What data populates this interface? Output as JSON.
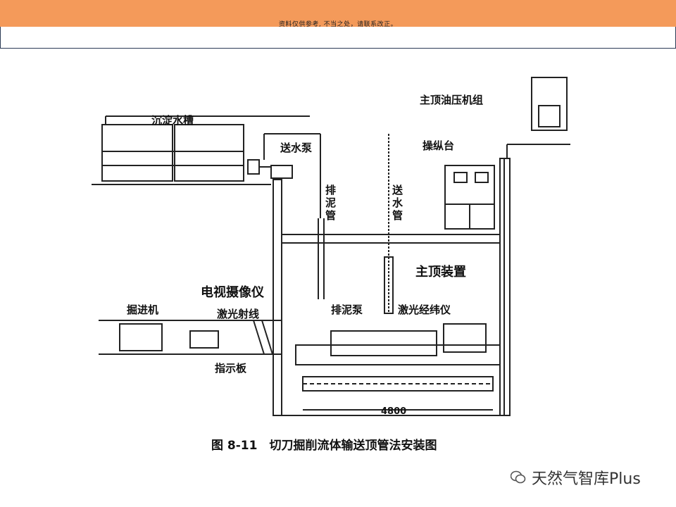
{
  "header": {
    "notice": "资料仅供参考, 不当之处，请联系改正。"
  },
  "diagram": {
    "caption": "图 8-11　切刀掘削流体输送顶管法安装图",
    "dimension": "4800",
    "labels": {
      "sed_tank": "沉淀水槽",
      "water_pump": "送水泵",
      "mud_pipe": "排泥管",
      "water_pipe": "送水管",
      "hydraulic_unit": "主顶油压机组",
      "console": "操纵台",
      "main_jack": "主顶装置",
      "tv_camera": "电视摄像仪",
      "laser_beam": "激光射线",
      "excavator": "掘进机",
      "mud_pump": "排泥泵",
      "laser_theodolite": "激光经纬仪",
      "indicator_plate": "指示板"
    }
  },
  "watermark": {
    "text": "天然气智库Plus",
    "icon": "wechat-logo-icon"
  }
}
